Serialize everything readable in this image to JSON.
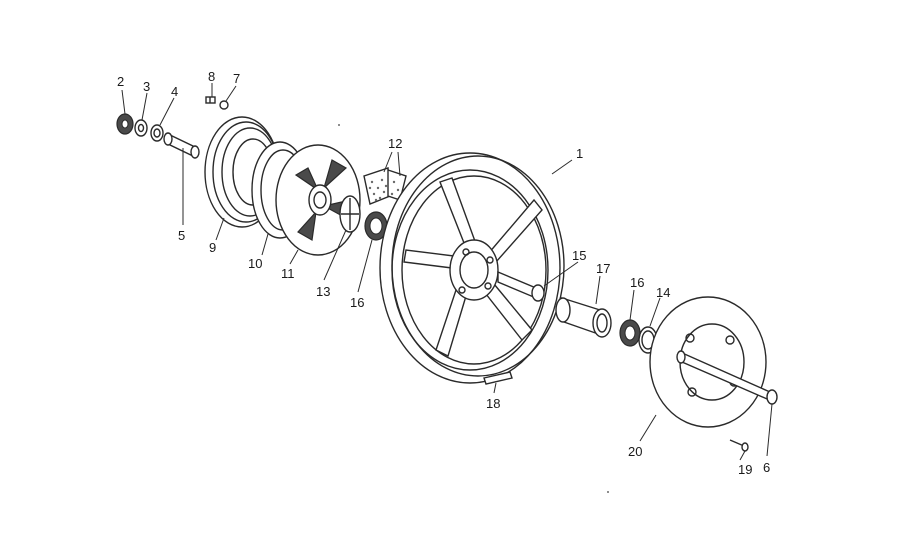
{
  "callouts": [
    {
      "id": "c1",
      "text": "1"
    },
    {
      "id": "c2",
      "text": "2"
    },
    {
      "id": "c3",
      "text": "3"
    },
    {
      "id": "c4",
      "text": "4"
    },
    {
      "id": "c5",
      "text": "5"
    },
    {
      "id": "c6",
      "text": "6"
    },
    {
      "id": "c7",
      "text": "7"
    },
    {
      "id": "c8",
      "text": "8"
    },
    {
      "id": "c9",
      "text": "9"
    },
    {
      "id": "c10",
      "text": "10"
    },
    {
      "id": "c11",
      "text": "11"
    },
    {
      "id": "c12",
      "text": "12"
    },
    {
      "id": "c13",
      "text": "13"
    },
    {
      "id": "c14",
      "text": "14"
    },
    {
      "id": "c15",
      "text": "15"
    },
    {
      "id": "c16a",
      "text": "16"
    },
    {
      "id": "c16b",
      "text": "16"
    },
    {
      "id": "c17",
      "text": "17"
    },
    {
      "id": "c18",
      "text": "18"
    },
    {
      "id": "c19",
      "text": "19"
    },
    {
      "id": "c20",
      "text": "20"
    }
  ]
}
